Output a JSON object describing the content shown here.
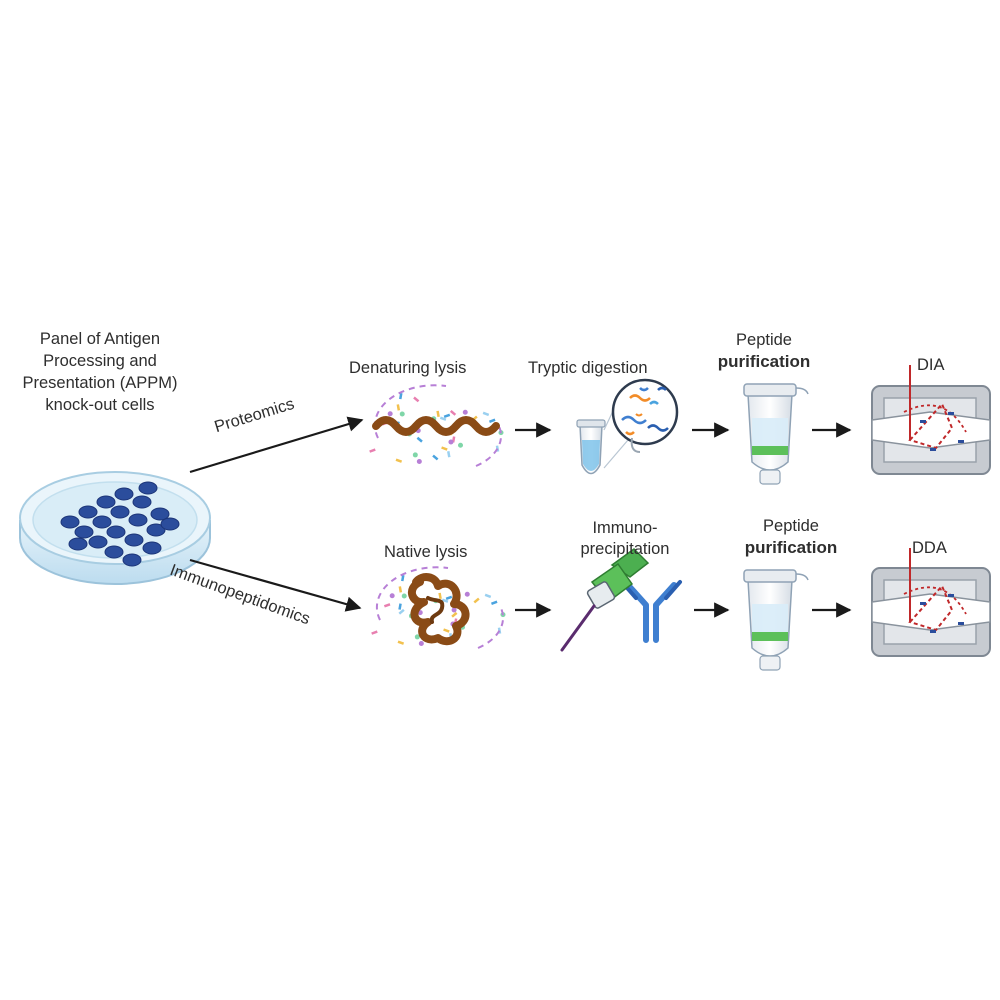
{
  "title_lines": [
    "Panel of Antigen",
    "Processing and",
    "Presentation (APPM)",
    "knock-out cells"
  ],
  "branches": {
    "proteomics": "Proteomics",
    "immunopeptidomics": "Immunopeptidomics"
  },
  "top_row": {
    "lysis": "Denaturing lysis",
    "digestion": "Tryptic digestion",
    "purification_line1": "Peptide",
    "purification_line2": "purification",
    "acquisition": "DIA"
  },
  "bottom_row": {
    "lysis": "Native lysis",
    "ip_line1": "Immuno-",
    "ip_line2": "precipitation",
    "purification_line1": "Peptide",
    "purification_line2": "purification",
    "acquisition": "DDA"
  },
  "colors": {
    "protein": "#8a4b16",
    "cell": "#2b4d9c",
    "antibody": "#3f7fd0",
    "bead": "#4caf50",
    "ms_trace": "#c0282a",
    "ms_body": "#c7cbd1",
    "purple_membrane": "#b77fd6"
  }
}
